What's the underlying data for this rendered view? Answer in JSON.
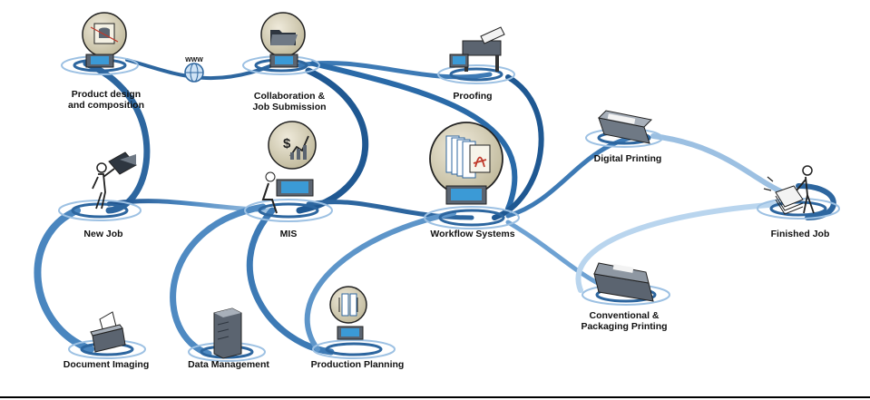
{
  "nodes": {
    "product_design": {
      "label_line1": "Product design",
      "label_line2": "and composition",
      "icon": "database-icon"
    },
    "collaboration": {
      "label_line1": "Collaboration &",
      "label_line2": "Job Submission",
      "icon": "folder-icon"
    },
    "proofing": {
      "label": "Proofing",
      "icon": "printer-icon"
    },
    "digital_printing": {
      "label": "Digital Printing",
      "icon": "digital-press-icon"
    },
    "new_job": {
      "label": "New Job",
      "icon": "person-with-folder-icon"
    },
    "mis": {
      "label": "MIS",
      "icon": "chart-dollar-icon"
    },
    "workflow": {
      "label": "Workflow Systems",
      "icon": "pdf-pages-icon"
    },
    "finished_job": {
      "label": "Finished Job",
      "icon": "person-with-stack-icon"
    },
    "conventional": {
      "label_line1": "Conventional &",
      "label_line2": "Packaging Printing",
      "icon": "press-icon"
    },
    "document_imaging": {
      "label": "Document Imaging",
      "icon": "scanner-icon"
    },
    "data_management": {
      "label": "Data Management",
      "icon": "server-icon"
    },
    "production_planning": {
      "label": "Production Planning",
      "icon": "planning-icon"
    }
  },
  "web_badge": {
    "text": "WWW",
    "icon": "globe-icon"
  },
  "colors": {
    "stream_dark": "#1b4f8a",
    "stream_mid": "#4f8ac2",
    "stream_light": "#cfe1f2",
    "disc_fill": "#d9d4bc",
    "device_gray": "#5b6470"
  }
}
